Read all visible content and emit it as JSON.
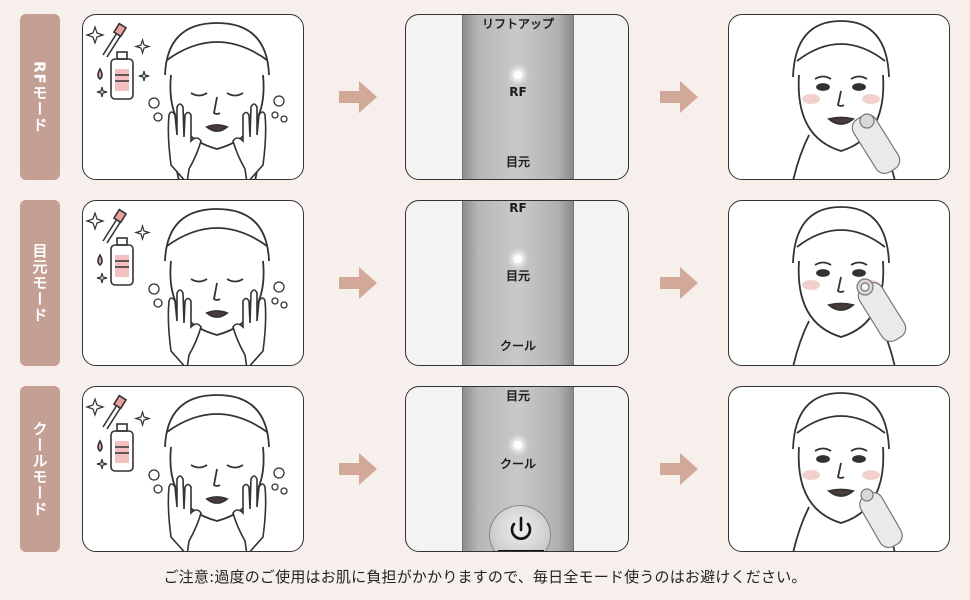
{
  "rows": [
    {
      "mode_label": "RFモード",
      "device": {
        "top_label": "リフトアップ",
        "mid_label": "RF",
        "bottom_label": "目元"
      }
    },
    {
      "mode_label": "目元モード",
      "device": {
        "top_label": "RF",
        "mid_label": "目元",
        "bottom_label": "クール"
      }
    },
    {
      "mode_label": "クールモード",
      "device": {
        "top_label": "目元",
        "mid_label": "クール"
      }
    }
  ],
  "caution": "ご注意:過度のご使用はお肌に負担がかかりますので、毎日全モード使うのはお避けください。",
  "colors": {
    "background": "#f7efec",
    "mode_tab": "#c39f94",
    "arrow": "#d2a999",
    "serum_pink": "#e8a0a0",
    "cheek_blush": "#f2d1cd"
  },
  "icons": {
    "arrow": "right-arrow-icon",
    "power": "power-icon",
    "serum": "dropper-serum-icon"
  }
}
